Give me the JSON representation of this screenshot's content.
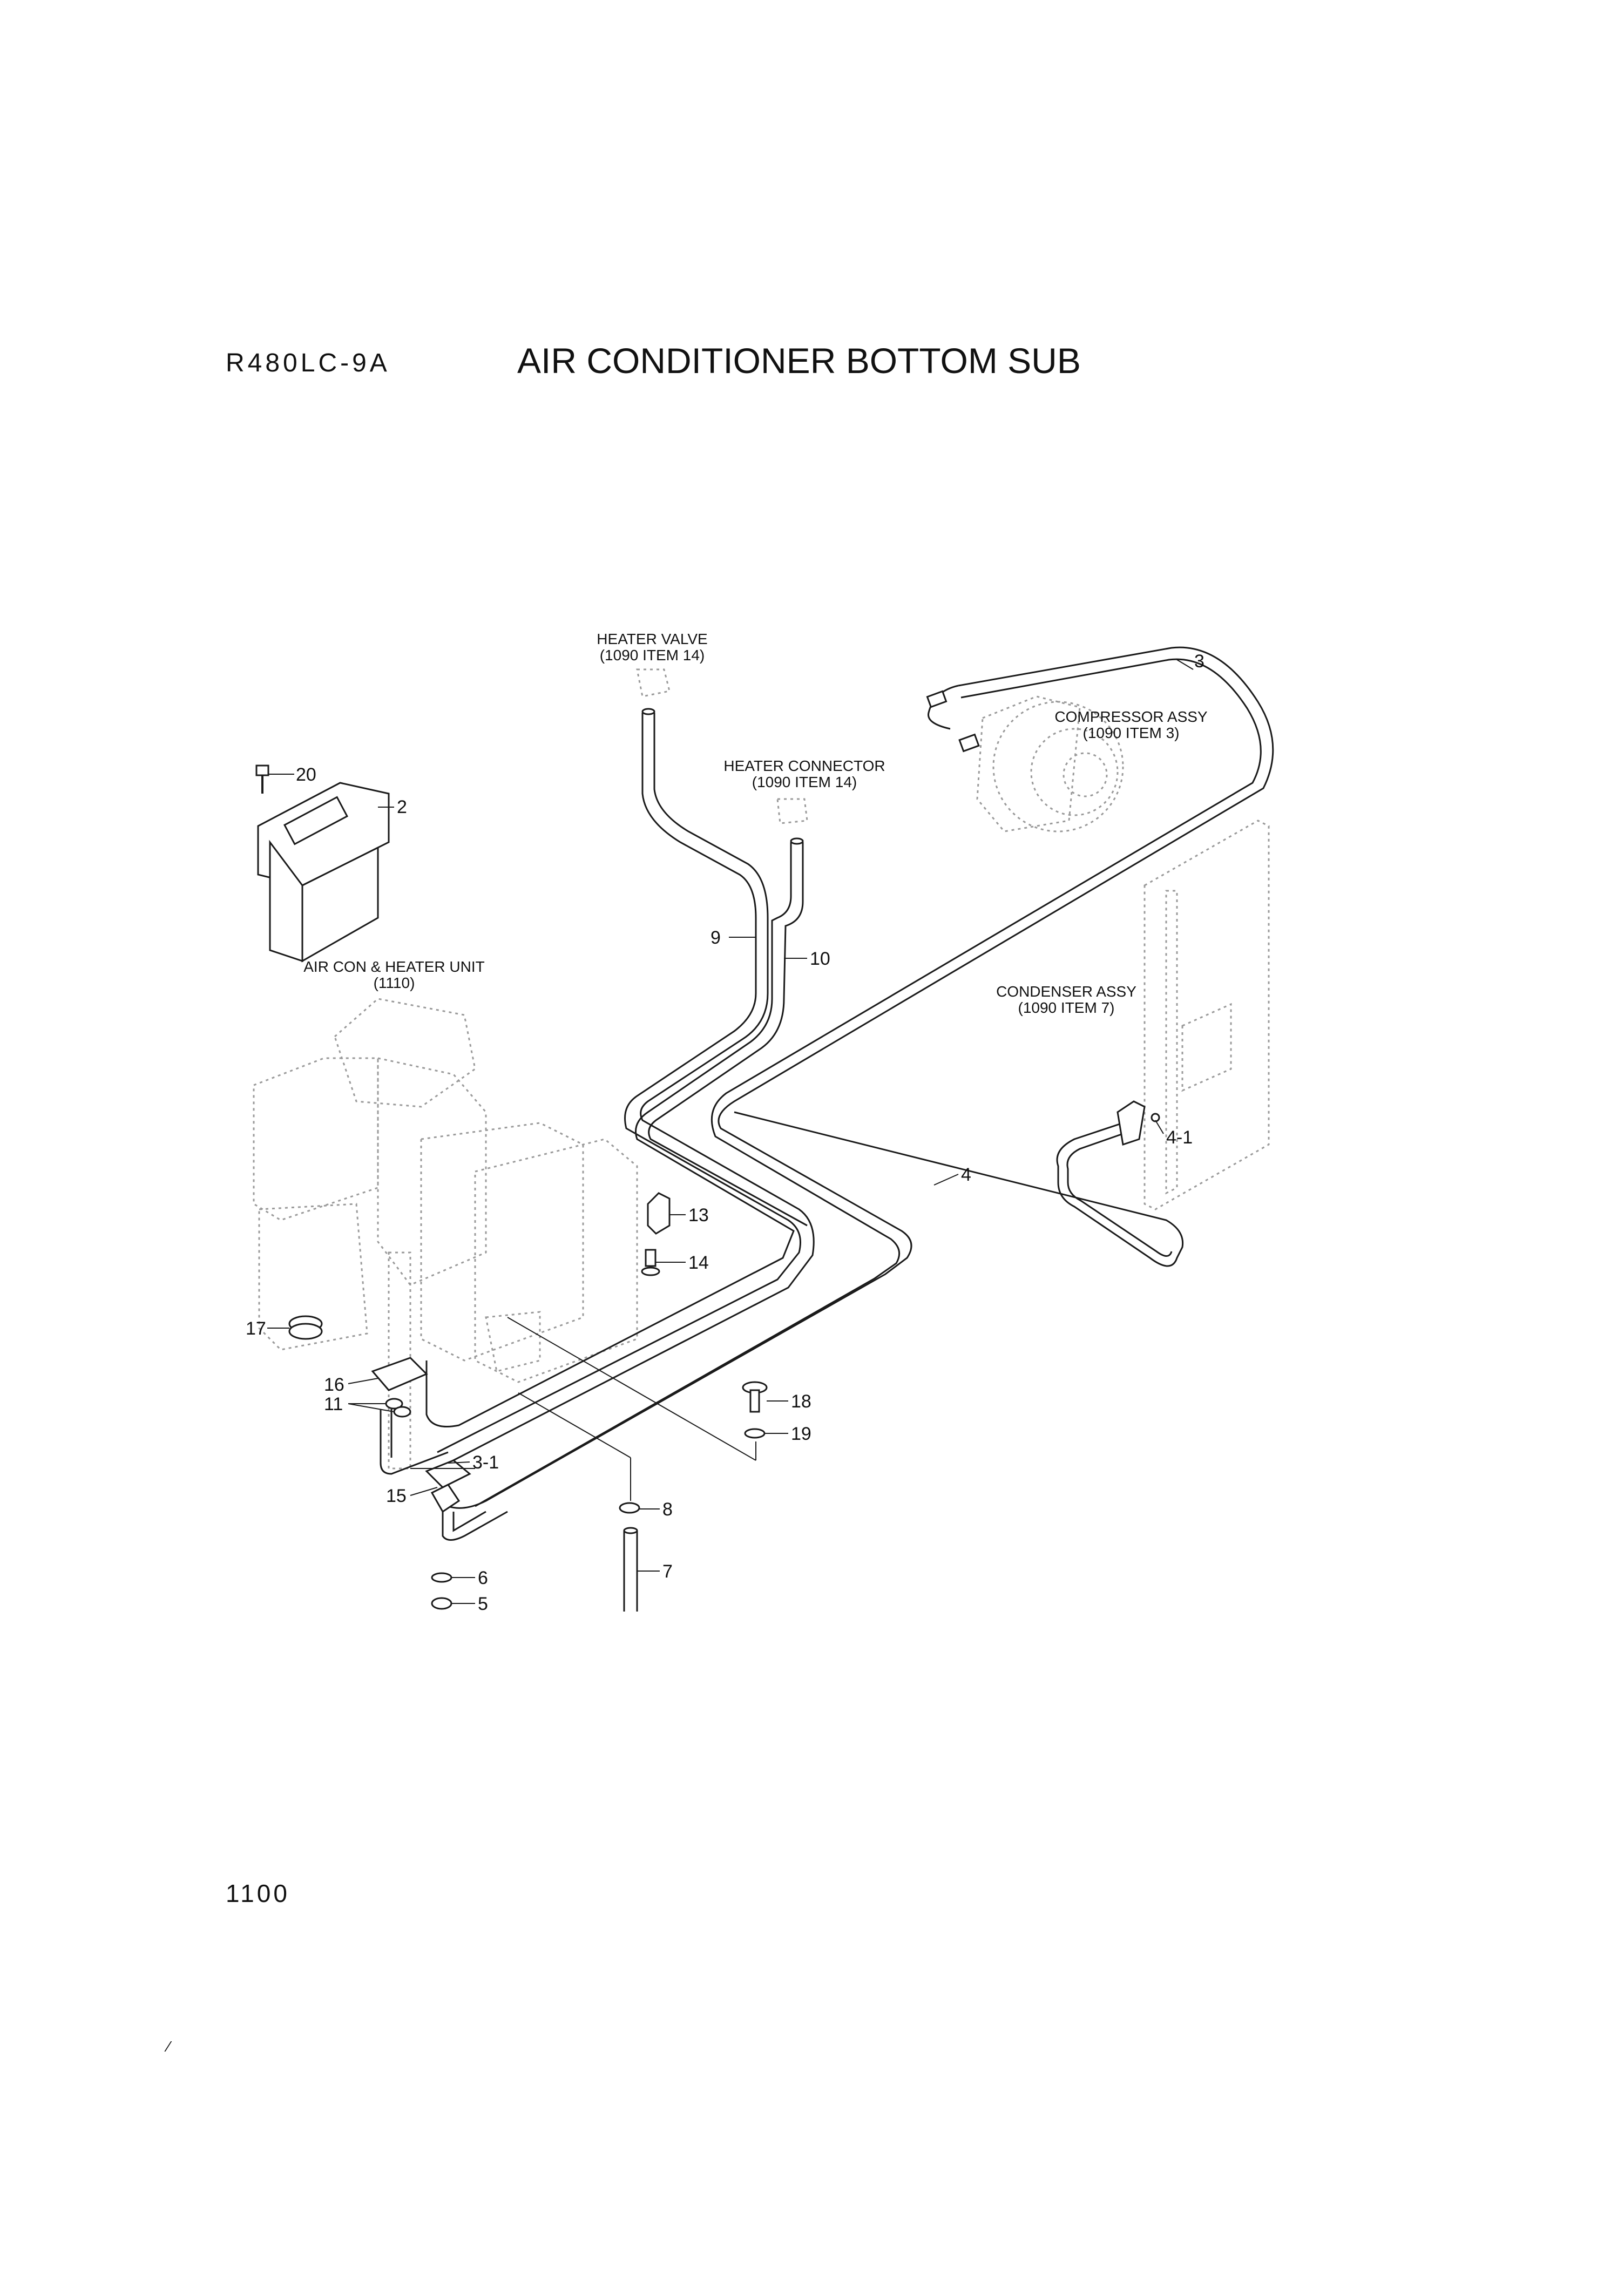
{
  "header": {
    "model": "R480LC-9A",
    "title": "AIR CONDITIONER BOTTOM SUB"
  },
  "footer": {
    "page_number": "1100",
    "corner_mark": "⁄"
  },
  "references": {
    "heater_valve": {
      "name": "HEATER VALVE",
      "ref": "(1090 ITEM 14)"
    },
    "heater_connector": {
      "name": "HEATER CONNECTOR",
      "ref": "(1090 ITEM 14)"
    },
    "compressor": {
      "name": "COMPRESSOR ASSY",
      "ref": "(1090 ITEM 3)"
    },
    "condenser": {
      "name": "CONDENSER ASSY",
      "ref": "(1090 ITEM 7)"
    },
    "aircon_unit": {
      "name": "AIR CON & HEATER UNIT",
      "ref": "(1110)"
    }
  },
  "callouts": {
    "c20": "20",
    "c2": "2",
    "c3": "3",
    "c9": "9",
    "c10": "10",
    "c4": "4",
    "c4_1": "4-1",
    "c13": "13",
    "c14": "14",
    "c17": "17",
    "c16": "16",
    "c11": "11",
    "c18": "18",
    "c19": "19",
    "c3_1": "3-1",
    "c15": "15",
    "c8": "8",
    "c6": "6",
    "c5": "5",
    "c7": "7"
  }
}
